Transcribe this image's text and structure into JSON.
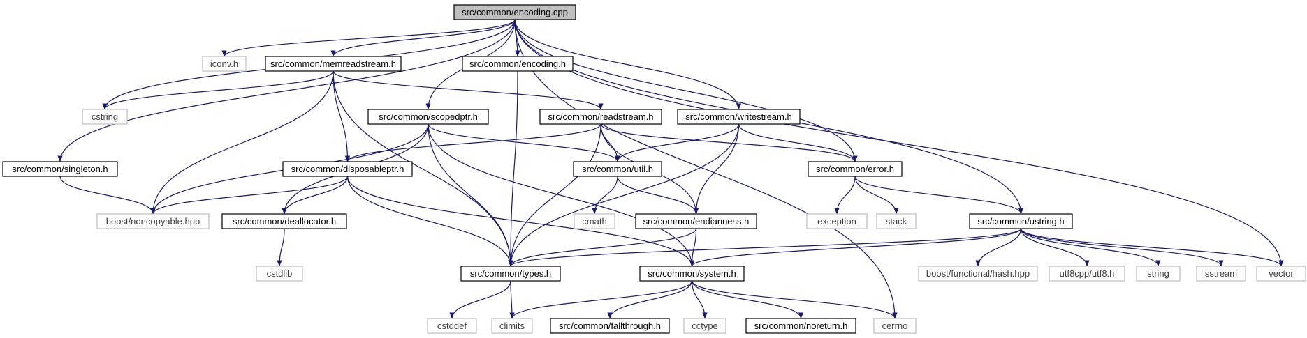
{
  "nodes": [
    {
      "id": "root",
      "label": "src/common/encoding.cpp",
      "style": "root"
    },
    {
      "id": "iconv",
      "label": "iconv.h",
      "style": "system"
    },
    {
      "id": "memread",
      "label": "src/common/memreadstream.h",
      "style": "local"
    },
    {
      "id": "encoding_h",
      "label": "src/common/encoding.h",
      "style": "local"
    },
    {
      "id": "cstring",
      "label": "cstring",
      "style": "system"
    },
    {
      "id": "scopedptr",
      "label": "src/common/scopedptr.h",
      "style": "local"
    },
    {
      "id": "readstream",
      "label": "src/common/readstream.h",
      "style": "local"
    },
    {
      "id": "writestream",
      "label": "src/common/writestream.h",
      "style": "local"
    },
    {
      "id": "singleton",
      "label": "src/common/singleton.h",
      "style": "local"
    },
    {
      "id": "disposable",
      "label": "src/common/disposableptr.h",
      "style": "local"
    },
    {
      "id": "util",
      "label": "src/common/util.h",
      "style": "local"
    },
    {
      "id": "error",
      "label": "src/common/error.h",
      "style": "local"
    },
    {
      "id": "noncopyable",
      "label": "boost/noncopyable.hpp",
      "style": "system"
    },
    {
      "id": "deallocator",
      "label": "src/common/deallocator.h",
      "style": "local"
    },
    {
      "id": "cmath",
      "label": "cmath",
      "style": "system"
    },
    {
      "id": "endianness",
      "label": "src/common/endianness.h",
      "style": "local"
    },
    {
      "id": "exception",
      "label": "exception",
      "style": "system"
    },
    {
      "id": "stack",
      "label": "stack",
      "style": "system"
    },
    {
      "id": "ustring",
      "label": "src/common/ustring.h",
      "style": "local"
    },
    {
      "id": "cstdlib",
      "label": "cstdlib",
      "style": "system"
    },
    {
      "id": "types",
      "label": "src/common/types.h",
      "style": "local"
    },
    {
      "id": "system",
      "label": "src/common/system.h",
      "style": "local"
    },
    {
      "id": "hash",
      "label": "boost/functional/hash.hpp",
      "style": "system"
    },
    {
      "id": "utf8",
      "label": "utf8cpp/utf8.h",
      "style": "system"
    },
    {
      "id": "string",
      "label": "string",
      "style": "system"
    },
    {
      "id": "sstream",
      "label": "sstream",
      "style": "system"
    },
    {
      "id": "vector",
      "label": "vector",
      "style": "system"
    },
    {
      "id": "cstddef",
      "label": "cstddef",
      "style": "system"
    },
    {
      "id": "climits",
      "label": "climits",
      "style": "system"
    },
    {
      "id": "fallthrough",
      "label": "src/common/fallthrough.h",
      "style": "local"
    },
    {
      "id": "cctype",
      "label": "cctype",
      "style": "system"
    },
    {
      "id": "noreturn",
      "label": "src/common/noreturn.h",
      "style": "local"
    },
    {
      "id": "cerrno",
      "label": "cerrno",
      "style": "system"
    }
  ],
  "edges": [
    [
      "root",
      "iconv"
    ],
    [
      "root",
      "memread"
    ],
    [
      "root",
      "encoding_h"
    ],
    [
      "root",
      "cstring"
    ],
    [
      "root",
      "scopedptr"
    ],
    [
      "root",
      "writestream"
    ],
    [
      "root",
      "singleton"
    ],
    [
      "root",
      "error"
    ],
    [
      "root",
      "ustring"
    ],
    [
      "root",
      "cerrno"
    ],
    [
      "root",
      "vector"
    ],
    [
      "memread",
      "cstring"
    ],
    [
      "memread",
      "readstream"
    ],
    [
      "memread",
      "disposable"
    ],
    [
      "memread",
      "noncopyable"
    ],
    [
      "memread",
      "types"
    ],
    [
      "encoding_h",
      "types"
    ],
    [
      "scopedptr",
      "noncopyable"
    ],
    [
      "scopedptr",
      "deallocator"
    ],
    [
      "scopedptr",
      "util"
    ],
    [
      "scopedptr",
      "types"
    ],
    [
      "scopedptr",
      "system"
    ],
    [
      "readstream",
      "disposable"
    ],
    [
      "readstream",
      "util"
    ],
    [
      "readstream",
      "endianness"
    ],
    [
      "readstream",
      "error"
    ],
    [
      "readstream",
      "types"
    ],
    [
      "writestream",
      "util"
    ],
    [
      "writestream",
      "endianness"
    ],
    [
      "writestream",
      "error"
    ],
    [
      "writestream",
      "types"
    ],
    [
      "singleton",
      "noncopyable"
    ],
    [
      "disposable",
      "noncopyable"
    ],
    [
      "disposable",
      "deallocator"
    ],
    [
      "disposable",
      "types"
    ],
    [
      "disposable",
      "system"
    ],
    [
      "util",
      "cmath"
    ],
    [
      "util",
      "endianness"
    ],
    [
      "error",
      "exception"
    ],
    [
      "error",
      "stack"
    ],
    [
      "error",
      "ustring"
    ],
    [
      "deallocator",
      "cstdlib"
    ],
    [
      "endianness",
      "types"
    ],
    [
      "endianness",
      "system"
    ],
    [
      "ustring",
      "types"
    ],
    [
      "ustring",
      "system"
    ],
    [
      "ustring",
      "hash"
    ],
    [
      "ustring",
      "utf8"
    ],
    [
      "ustring",
      "string"
    ],
    [
      "ustring",
      "sstream"
    ],
    [
      "ustring",
      "vector"
    ],
    [
      "types",
      "cstddef"
    ],
    [
      "types",
      "climits"
    ],
    [
      "system",
      "climits"
    ],
    [
      "system",
      "fallthrough"
    ],
    [
      "system",
      "cctype"
    ],
    [
      "system",
      "noreturn"
    ],
    [
      "system",
      "cerrno"
    ]
  ],
  "colors": {
    "edge": "#191970",
    "local_border": "#000000",
    "system_border": "#bfbfbf",
    "root_fill": "#bfbfbf",
    "local_text": "#000000",
    "system_text": "#404040"
  }
}
